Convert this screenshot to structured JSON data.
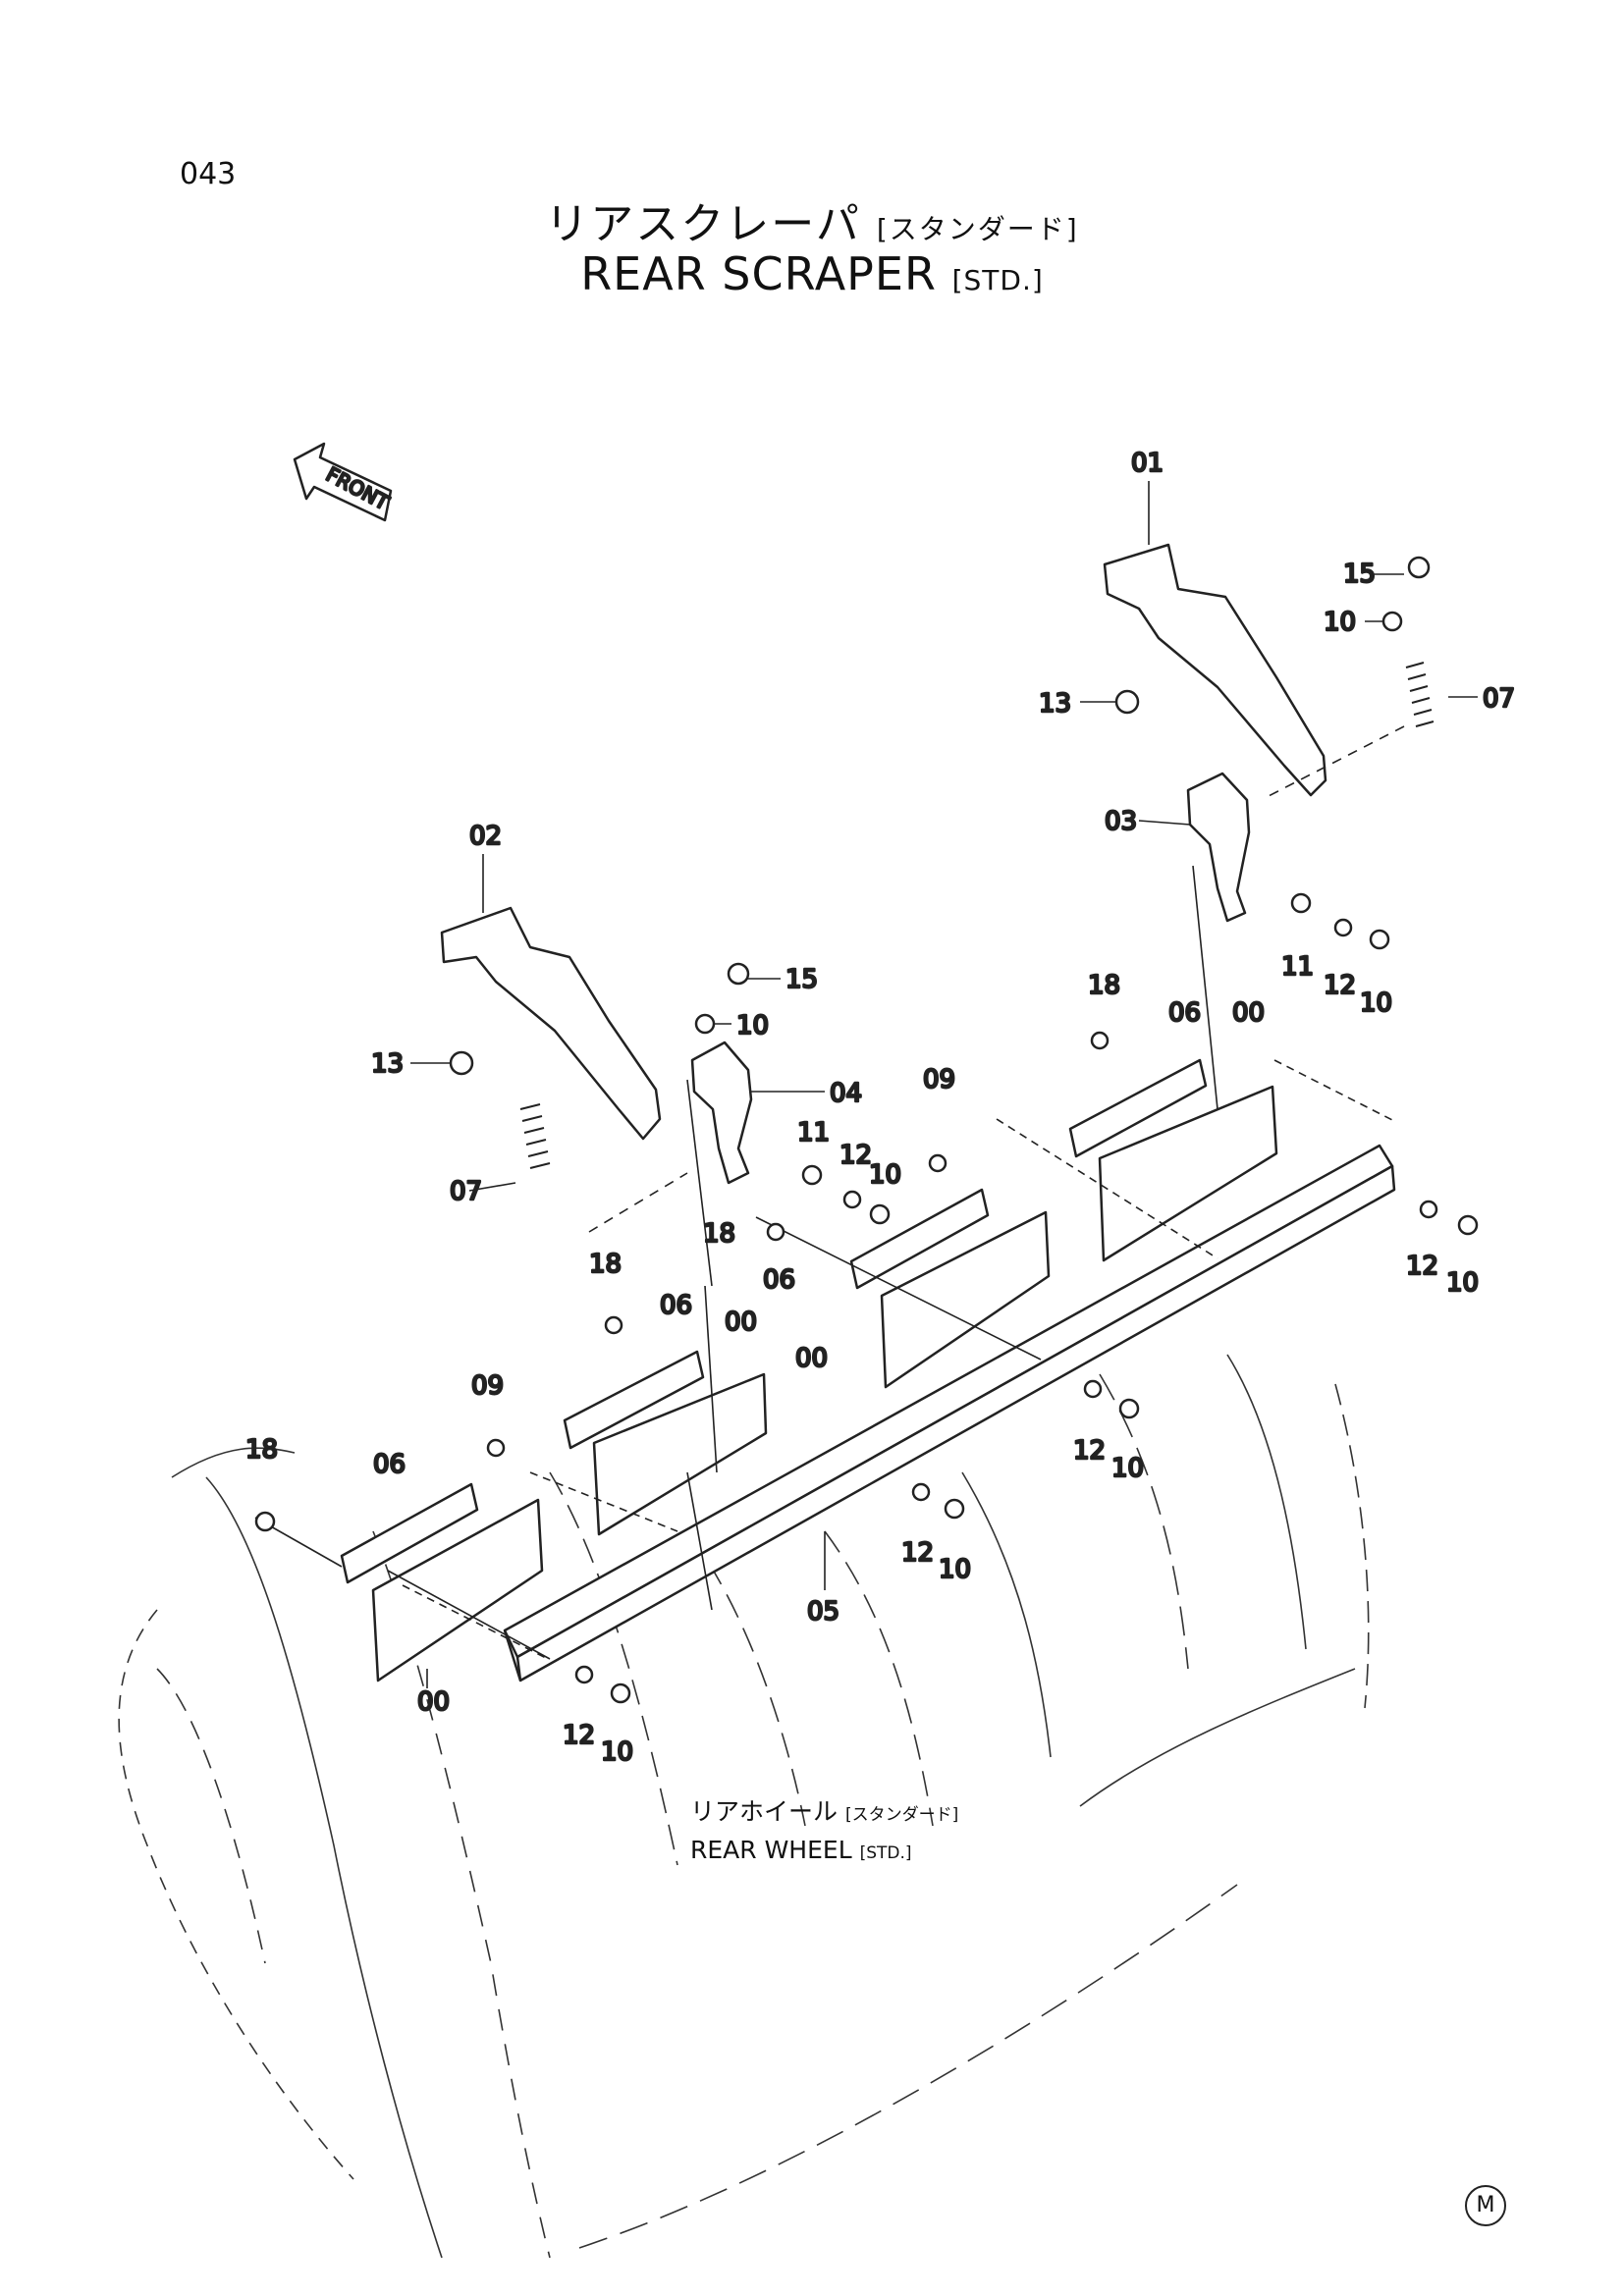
{
  "page_number": "043",
  "title_jp": "リアスクレーパ",
  "title_jp_sub": "[スタンダード]",
  "title_en": "REAR SCRAPER",
  "title_en_sub": "[STD.]",
  "front_arrow_label": "FRONT",
  "wheel_note_jp": "リアホイール",
  "wheel_note_jp_sub": "[スタンダード]",
  "wheel_note_en": "REAR WHEEL",
  "wheel_note_en_sub": "[STD.]",
  "corner_mark": "M",
  "callouts": [
    "01",
    "15",
    "10",
    "13",
    "07",
    "03",
    "11",
    "12",
    "10",
    "02",
    "15",
    "10",
    "13",
    "04",
    "07",
    "11",
    "12",
    "10",
    "18",
    "06",
    "00",
    "09",
    "18",
    "06",
    "00",
    "12",
    "10",
    "18",
    "06",
    "00",
    "09",
    "18",
    "06",
    "00",
    "12",
    "10",
    "12",
    "10",
    "05",
    "12",
    "10",
    "00"
  ]
}
